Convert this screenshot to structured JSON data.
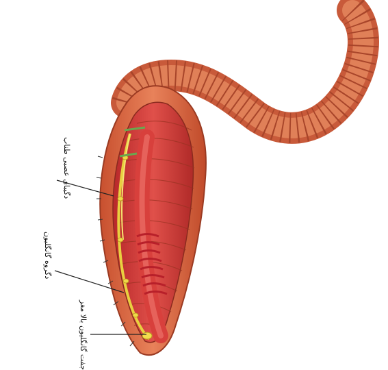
{
  "diagram": {
    "labels": [
      {
        "id": "nerve-cord",
        "text": "دگیبای عصبی طناب"
      },
      {
        "id": "ganglion-pair",
        "text": "دگروه گانگلیون"
      },
      {
        "id": "brain-ganglion",
        "text": "جفت گانگلیون بالا مغز"
      }
    ]
  }
}
